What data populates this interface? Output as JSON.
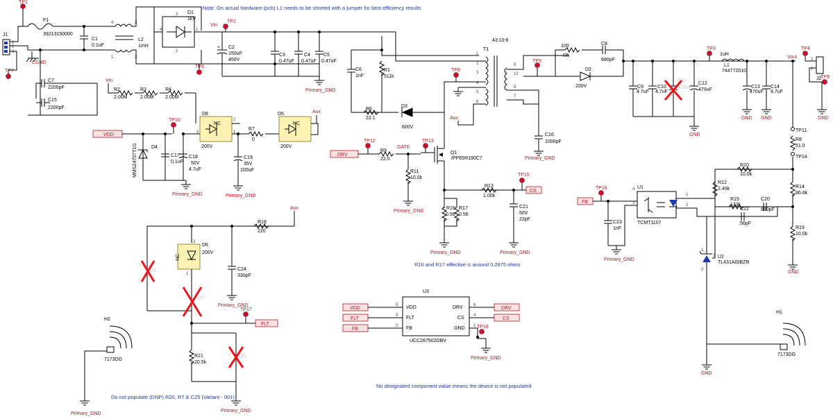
{
  "notes": {
    "top": "Note: On actual hardware (pcb) L1 needs to be shorted with a jumper for best efficiency results",
    "r16": "R16 and R17 effective is around 0.2875 ohms",
    "dnp": "Do not populate (DNP) R20, R7 & C25 (Variant - 001)",
    "nodes": "No designated component value means the device is not populated"
  },
  "nets": {
    "vin": "Vin",
    "vdd": "VDD",
    "drv": "DRV",
    "gate": "GATE",
    "cs": "CS",
    "aux": "Aux",
    "fb": "FB",
    "flt": "FLT",
    "vout": "Vout",
    "pgnd": "Primary_GND",
    "gnd": "GND",
    "cgnd": "CGND"
  },
  "testpoints": [
    "TP1",
    "TP2",
    "TP3",
    "TP4",
    "TP5",
    "TP6",
    "TP7",
    "TP8",
    "TP9",
    "TP10",
    "TP11",
    "TP12",
    "TP13",
    "TP14",
    "TP15",
    "TP16",
    "TP17",
    "TP18"
  ],
  "components": {
    "j1": "J1",
    "j2": "J2",
    "f1": "F1",
    "f1_val": "39213150000",
    "c1": "C1",
    "c1_val": "0.1uF",
    "l2": "L2",
    "l2_val": "1mH",
    "d1": "D1",
    "d1_val": "1kV",
    "c7": "C7",
    "c7_val": "2200pF",
    "c15": "C15",
    "c15_val": "2200pF",
    "c2": "C2",
    "c2_val": "150uF",
    "c2_v": "450V",
    "c3": "C3",
    "c3_val": "0.47uF",
    "c4": "C4",
    "c4_val": "0.47uF",
    "c5": "C5",
    "c5_val": "0.47uF",
    "r2": "R2",
    "r2_val": "2.00M",
    "r3": "R3",
    "r3_val": "2.00M",
    "r4": "R4",
    "r4_val": "2.00M",
    "d8": "D8",
    "d8_val": "200V",
    "d5": "D5",
    "d5_val": "200V",
    "nc": "NC",
    "r7": "R7",
    "r7_val": "0",
    "c19": "C19",
    "c19_val": "35V",
    "c19_cap": "100uF",
    "d4": "D4",
    "d4_val": "MMSZ4707T1G",
    "c17": "C17",
    "c17_val": "0.1uF",
    "c18": "C18",
    "c18_v": "50V",
    "c18_val": "4.7uF",
    "c6": "C6",
    "c6_val": "1nF",
    "r1": "R1",
    "r1_val": "511k",
    "r6": "R6",
    "r6_val": "22.1",
    "d3": "D3",
    "d3_val": "600V",
    "t1": "T1",
    "t1_ratio": "43:10:6",
    "r9": "R9",
    "r9_val": "22.0",
    "r11": "R11",
    "r11_val": "10.0k",
    "q1": "Q1",
    "q1_val": "IPP65R190C7",
    "r13": "R13",
    "r13_val": "1.00k",
    "r16": "R16",
    "r16_val": "0.56",
    "r17": "R17",
    "r17_val": "0.56",
    "c21": "C21",
    "c21_v": "50V",
    "c21_val": "22pF",
    "r5": "R5",
    "r5_val": "100",
    "c8": "C8",
    "c8_val": "680pF",
    "d2": "D2",
    "d2_val": "200V",
    "c16": "C16",
    "c16_val": "1000pF",
    "c9": "C9",
    "c9_val": "4.7uF",
    "c10": "C10",
    "c10_val": "4.7uF",
    "c11": "C11",
    "c11_val": "470uF",
    "c12": "C12",
    "c12_val": "470uF",
    "l1": "L1",
    "l1_ind": "1uH",
    "l1_val": "744772010",
    "c13": "C13",
    "c13_val": "470uF",
    "c14": "C14",
    "c14_val": "4.7uF",
    "r8": "R8",
    "r8_val": "51.0",
    "r10": "R10",
    "r10_val": "10.0k",
    "r12": "R12",
    "r12_val": "2.49k",
    "r14": "R14",
    "r14_val": "86.6k",
    "r15": "R15",
    "r15_val": "133k",
    "c20": "C20",
    "c20_val": "680pF",
    "c22": "C22",
    "c22_val": "56pF",
    "r19": "R19",
    "r19_val": "10.0k",
    "u1": "U1",
    "u1_val": "TCMT1107",
    "c23": "C23",
    "c23_val": "1nF",
    "u2": "U2",
    "u2_val": "TL431AIDBZR",
    "r18": "R18",
    "r18_val": "220",
    "d6": "D6",
    "d6_val": "200V",
    "r20": "R20",
    "d7": "D7",
    "c24": "C24",
    "c24_val": "330pF",
    "r21": "R21",
    "r21_val": "20.5k",
    "c25": "C25",
    "u3": "U3",
    "u3_val": "UCC287502DBV",
    "h1": "H1",
    "h2": "H2",
    "h_val": "7173DG"
  },
  "u3_pins": {
    "vdd": "VDD",
    "flt": "FLT",
    "fb": "FB",
    "drv": "DRV",
    "cs": "CS",
    "gnd": "GND",
    "n1": "1",
    "n2": "2",
    "n3": "3",
    "n4": "4",
    "n5": "5",
    "n6": "6"
  },
  "pins": {
    "p1": "1",
    "p2": "2",
    "p3": "3",
    "p4": "4",
    "p5": "5",
    "p6": "6",
    "p7": "7",
    "p8": "8",
    "p9": "9",
    "p10": "10"
  },
  "colors": {
    "wire": "#000000",
    "label": "#1c3aa9",
    "testpoint": "#c8102e",
    "net_flag": "#b3161f",
    "dnp_cross": "#e8141e",
    "ic_fill": "#fcf2b4"
  }
}
